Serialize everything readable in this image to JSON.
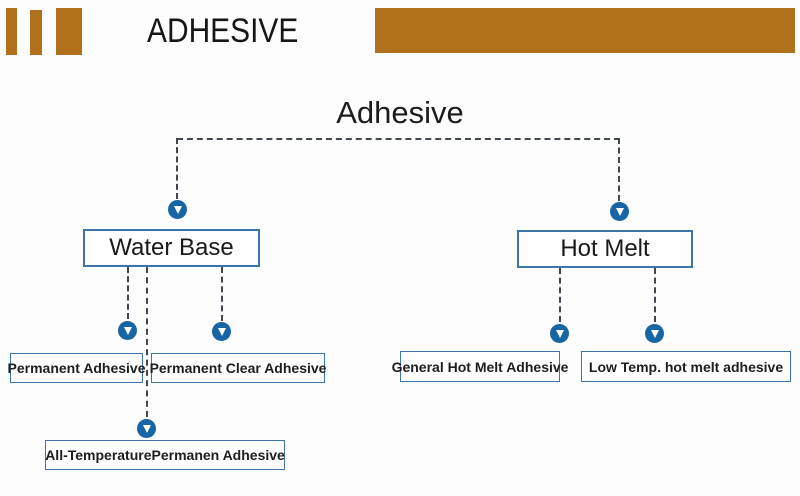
{
  "header": {
    "title": "ADHESIVE"
  },
  "diagram": {
    "title": "Adhesive",
    "nodes": {
      "water_base": "Water Base",
      "hot_melt": "Hot Melt",
      "permanent_adhesive": "Permanent Adhesive",
      "permanent_clear_adhesive": "Permanent Clear Adhesive",
      "all_temperature_permanent_adhesive": "All-TemperaturePermanen Adhesive",
      "general_hot_melt_adhesive": "General Hot Melt Adhesive",
      "low_temp_hot_melt_adhesive": "Low Temp. hot melt adhesive"
    },
    "colors": {
      "accent_orange": "#B1711C",
      "node_border_blue": "#3E74A8",
      "arrow_circle_blue": "#1865A5",
      "connector_gray": "#3F4750"
    }
  }
}
